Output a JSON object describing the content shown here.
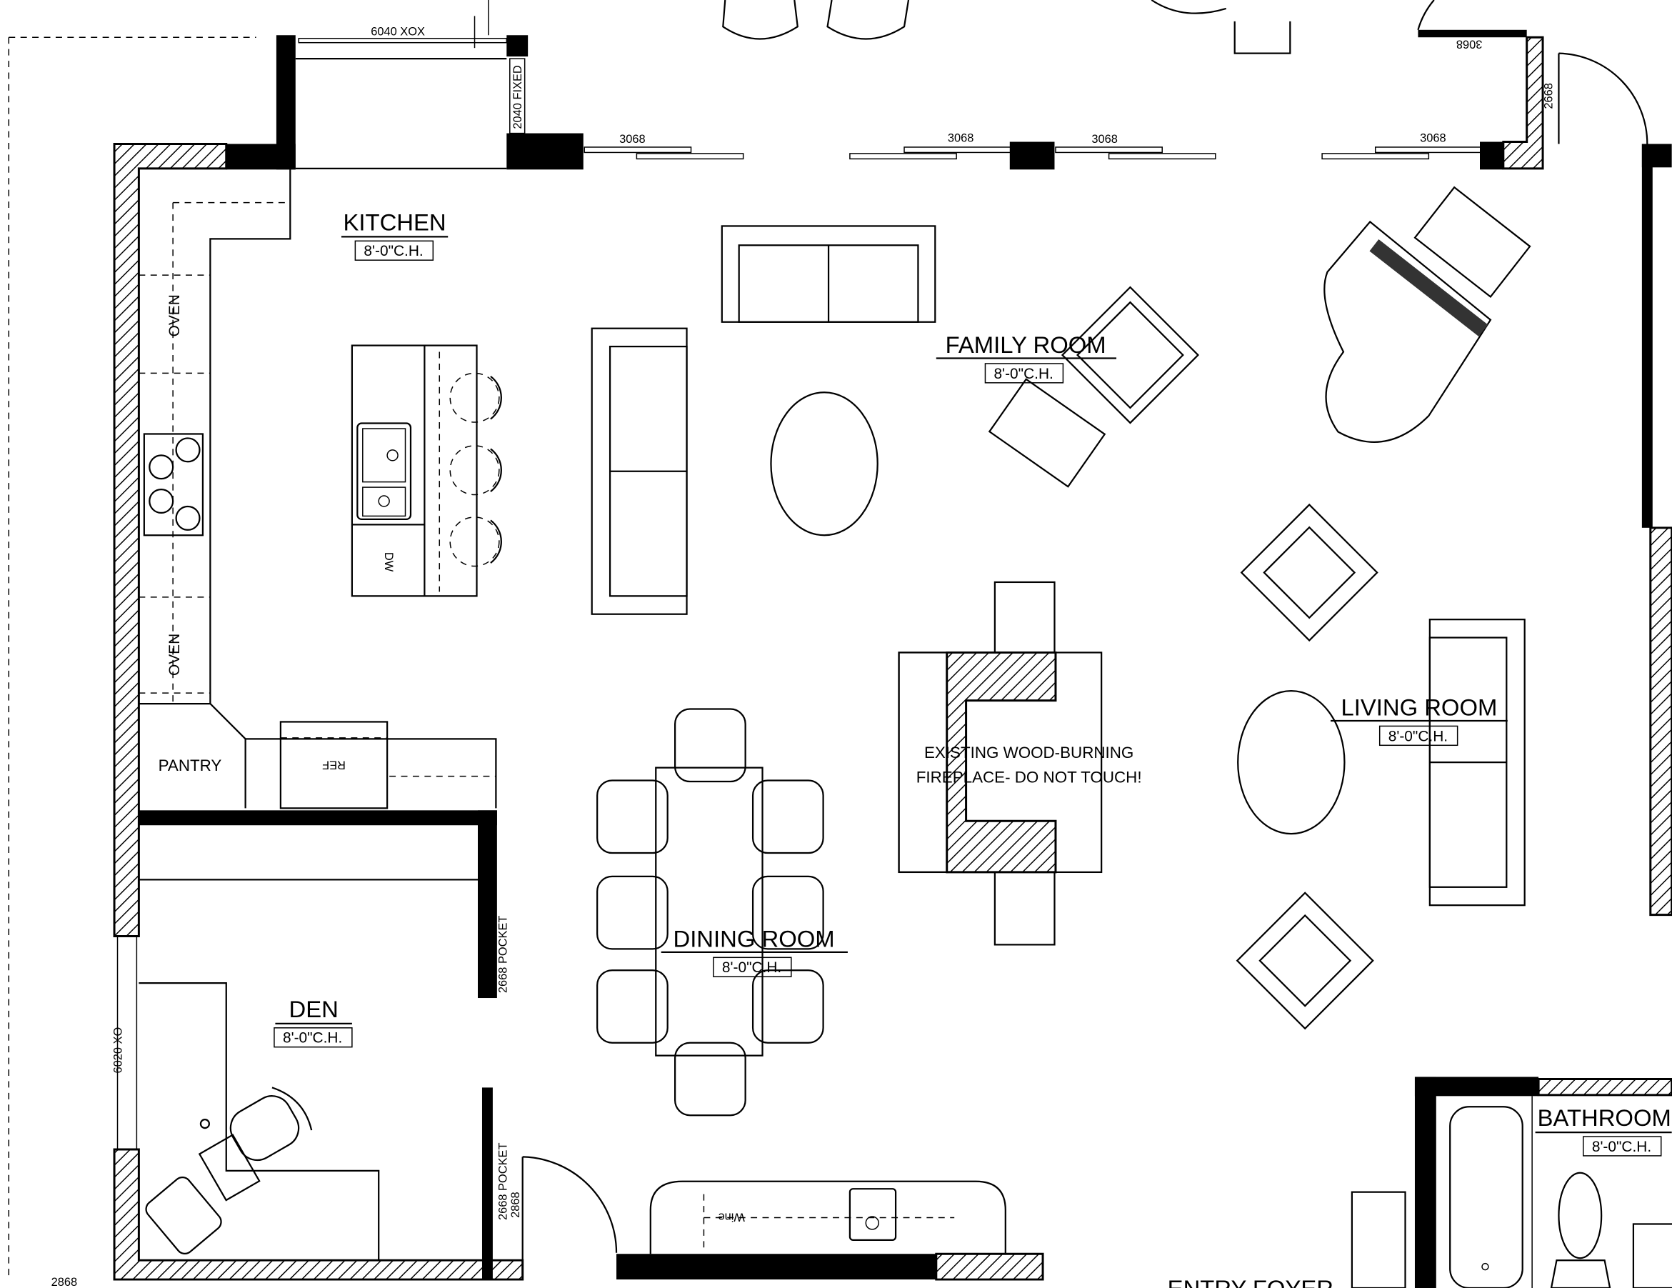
{
  "rooms": {
    "kitchen": {
      "name": "KITCHEN",
      "ceiling": "8'-0\"C.H."
    },
    "family_room": {
      "name": "FAMILY ROOM",
      "ceiling": "8'-0\"C.H."
    },
    "living_room": {
      "name": "LIVING ROOM",
      "ceiling": "8'-0\"C.H."
    },
    "dining_room": {
      "name": "DINING ROOM",
      "ceiling": "8'-0\"C.H."
    },
    "den": {
      "name": "DEN",
      "ceiling": "8'-0\"C.H."
    },
    "bathroom": {
      "name": "BATHROOM",
      "ceiling": "8'-0\"C.H."
    },
    "entry_foyer": {
      "name": "ENTRY FOYER"
    }
  },
  "openings": {
    "window_kitchen_top": "6040 XOX",
    "window_kitchen_side": "2040 FIXED",
    "door_1": "3068",
    "door_2": "3068",
    "door_3": "3068",
    "door_4": "3068",
    "door_top_right": "3068",
    "door_right": "2668",
    "den_pocket_1": "2668 POCKET",
    "den_pocket_2": "2668 POCKET",
    "den_door": "2868",
    "bottom_left_door": "2868",
    "den_window": "6020 XO"
  },
  "fixtures": {
    "oven_upper": "OVEN",
    "oven_lower": "OVEN",
    "dishwasher": "DW",
    "refrigerator": "REF",
    "pantry": "PANTRY",
    "wine": "Wine"
  },
  "notes": {
    "fireplace_line1": "EXISTING WOOD-BURNING",
    "fireplace_line2": "FIREPLACE- DO NOT TOUCH!"
  }
}
